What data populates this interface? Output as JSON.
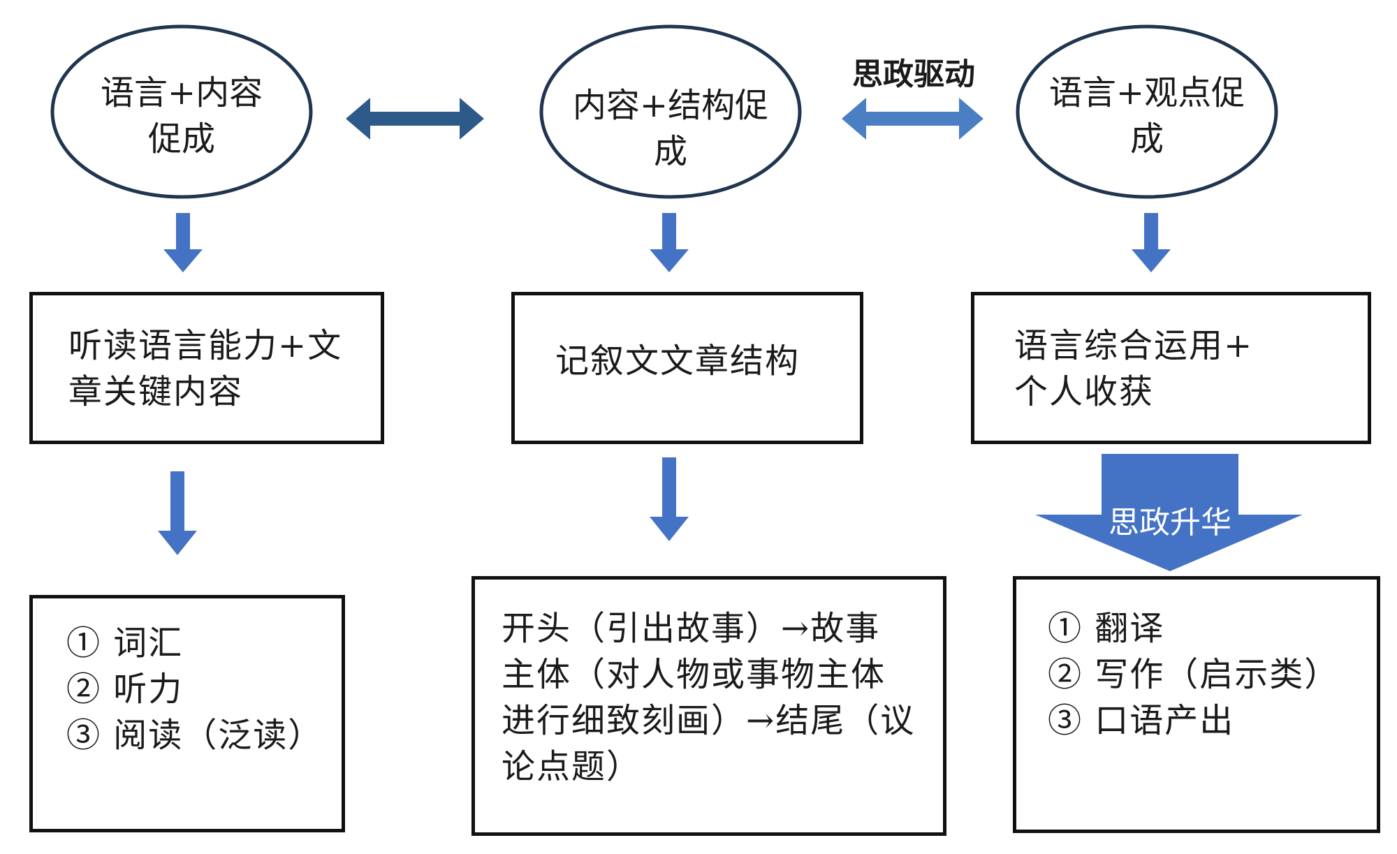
{
  "top_nodes": [
    {
      "line1": "语言+内容",
      "line2": "促成"
    },
    {
      "line1": "内容+结构促",
      "line2": "成"
    },
    {
      "line1": "语言+观点促",
      "line2": "成"
    }
  ],
  "connector_label": "思政驱动",
  "mid_boxes": [
    {
      "line1": "听读语言能力+文",
      "line2": "章关键内容"
    },
    {
      "line1": "记叙文文章结构"
    },
    {
      "line1": "语言综合运用+",
      "line2": "个人收获"
    }
  ],
  "upgrade_label": "思政升华",
  "bottom_boxes": [
    {
      "items": [
        "① 词汇",
        "② 听力",
        "③ 阅读（泛读）"
      ]
    },
    {
      "lines": [
        "开头（引出故事）→故事",
        "主体（对人物或事物主体",
        "进行细致刻画）→结尾（议",
        "论点题）"
      ]
    },
    {
      "items": [
        "① 翻译",
        "② 写作（启示类）",
        "③ 口语产出"
      ]
    }
  ],
  "colors": {
    "arrow_dark": "#2e5a8a",
    "arrow_light": "#4a7fc4",
    "arrow_blue": "#4472c4",
    "ellipse_stroke": "#1f3550"
  }
}
